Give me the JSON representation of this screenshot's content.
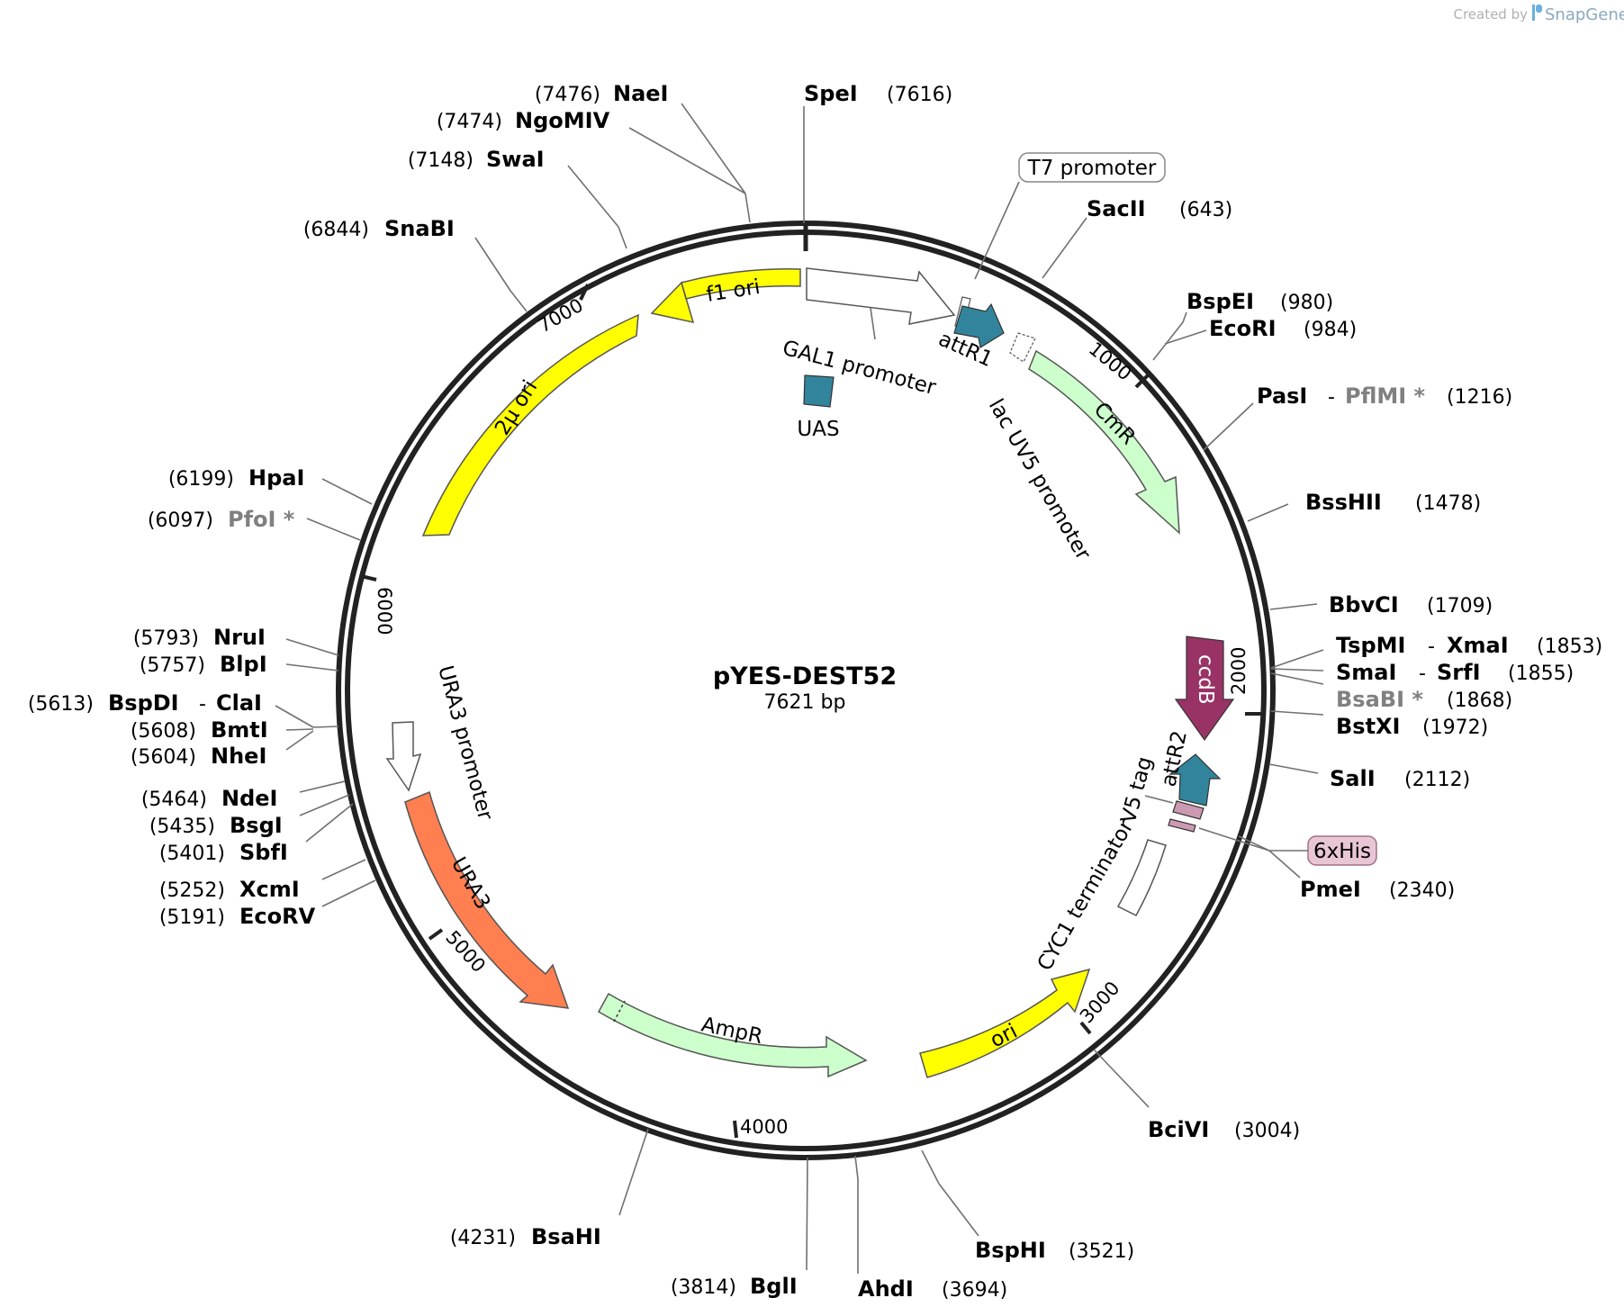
{
  "credit": {
    "created_by": "Created by",
    "brand": "SnapGene"
  },
  "plasmid": {
    "name": "pYES-DEST52",
    "length_label": "7621 bp"
  },
  "ticks": [
    "1000",
    "2000",
    "3000",
    "4000",
    "5000",
    "6000",
    "7000"
  ],
  "features": [
    {
      "label": "f1 ori",
      "color": "#ffff00"
    },
    {
      "label": "2μ ori",
      "color": "#ffff00"
    },
    {
      "label": "GAL1 promoter",
      "color": "#ffffff"
    },
    {
      "label": "T7 promoter",
      "color": "#ffffff"
    },
    {
      "label": "attR1",
      "color": "#31849b"
    },
    {
      "label": "lac UV5 promoter",
      "color": "#ffffff"
    },
    {
      "label": "UAS",
      "color": "#31849b"
    },
    {
      "label": "CmR",
      "color": "#ccffcc"
    },
    {
      "label": "ccdB",
      "color": "#993366"
    },
    {
      "label": "attR2",
      "color": "#31849b"
    },
    {
      "label": "V5 tag",
      "color": "#cc99b2"
    },
    {
      "label": "6xHis",
      "color": "#cc99b2"
    },
    {
      "label": "CYC1 terminator",
      "color": "#ffffff"
    },
    {
      "label": "ori",
      "color": "#ffff00"
    },
    {
      "label": "AmpR",
      "color": "#ccffcc"
    },
    {
      "label": "URA3",
      "color": "#ff7f50"
    },
    {
      "label": "URA3 promoter",
      "color": "#ffffff"
    }
  ],
  "sites": [
    {
      "name": "SpeI",
      "pos": "(7616)"
    },
    {
      "name": "NaeI",
      "pos": "(7476)"
    },
    {
      "name": "NgoMIV",
      "pos": "(7474)"
    },
    {
      "name": "SwaI",
      "pos": "(7148)"
    },
    {
      "name": "SnaBI",
      "pos": "(6844)"
    },
    {
      "name": "SacII",
      "pos": "(643)"
    },
    {
      "name": "BspEI",
      "pos": "(980)"
    },
    {
      "name": "EcoRI",
      "pos": "(984)"
    },
    {
      "name": "PasI",
      "name2": "PflMI *",
      "sep": "-",
      "pos": "(1216)"
    },
    {
      "name": "BssHII",
      "pos": "(1478)"
    },
    {
      "name": "BbvCI",
      "pos": "(1709)"
    },
    {
      "name": "TspMI",
      "name2": "XmaI",
      "sep": "-",
      "pos": "(1853)"
    },
    {
      "name": "SmaI",
      "name2": "SrfI",
      "sep": "-",
      "pos": "(1855)"
    },
    {
      "name": "BsaBI *",
      "pos": "(1868)"
    },
    {
      "name": "BstXI",
      "pos": "(1972)"
    },
    {
      "name": "SalI",
      "pos": "(2112)"
    },
    {
      "name": "PmeI",
      "pos": "(2340)"
    },
    {
      "name": "BciVI",
      "pos": "(3004)"
    },
    {
      "name": "BspHI",
      "pos": "(3521)"
    },
    {
      "name": "AhdI",
      "pos": "(3694)"
    },
    {
      "name": "BglI",
      "pos": "(3814)"
    },
    {
      "name": "BsaHI",
      "pos": "(4231)"
    },
    {
      "name": "HpaI",
      "pos": "(6199)"
    },
    {
      "name": "PfoI *",
      "pos": "(6097)"
    },
    {
      "name": "NruI",
      "pos": "(5793)"
    },
    {
      "name": "BlpI",
      "pos": "(5757)"
    },
    {
      "name": "BspDI",
      "name2": "ClaI",
      "sep": "-",
      "pos": "(5613)"
    },
    {
      "name": "BmtI",
      "pos": "(5608)"
    },
    {
      "name": "NheI",
      "pos": "(5604)"
    },
    {
      "name": "NdeI",
      "pos": "(5464)"
    },
    {
      "name": "BsgI",
      "pos": "(5435)"
    },
    {
      "name": "SbfI",
      "pos": "(5401)"
    },
    {
      "name": "XcmI",
      "pos": "(5252)"
    },
    {
      "name": "EcoRV",
      "pos": "(5191)"
    }
  ]
}
